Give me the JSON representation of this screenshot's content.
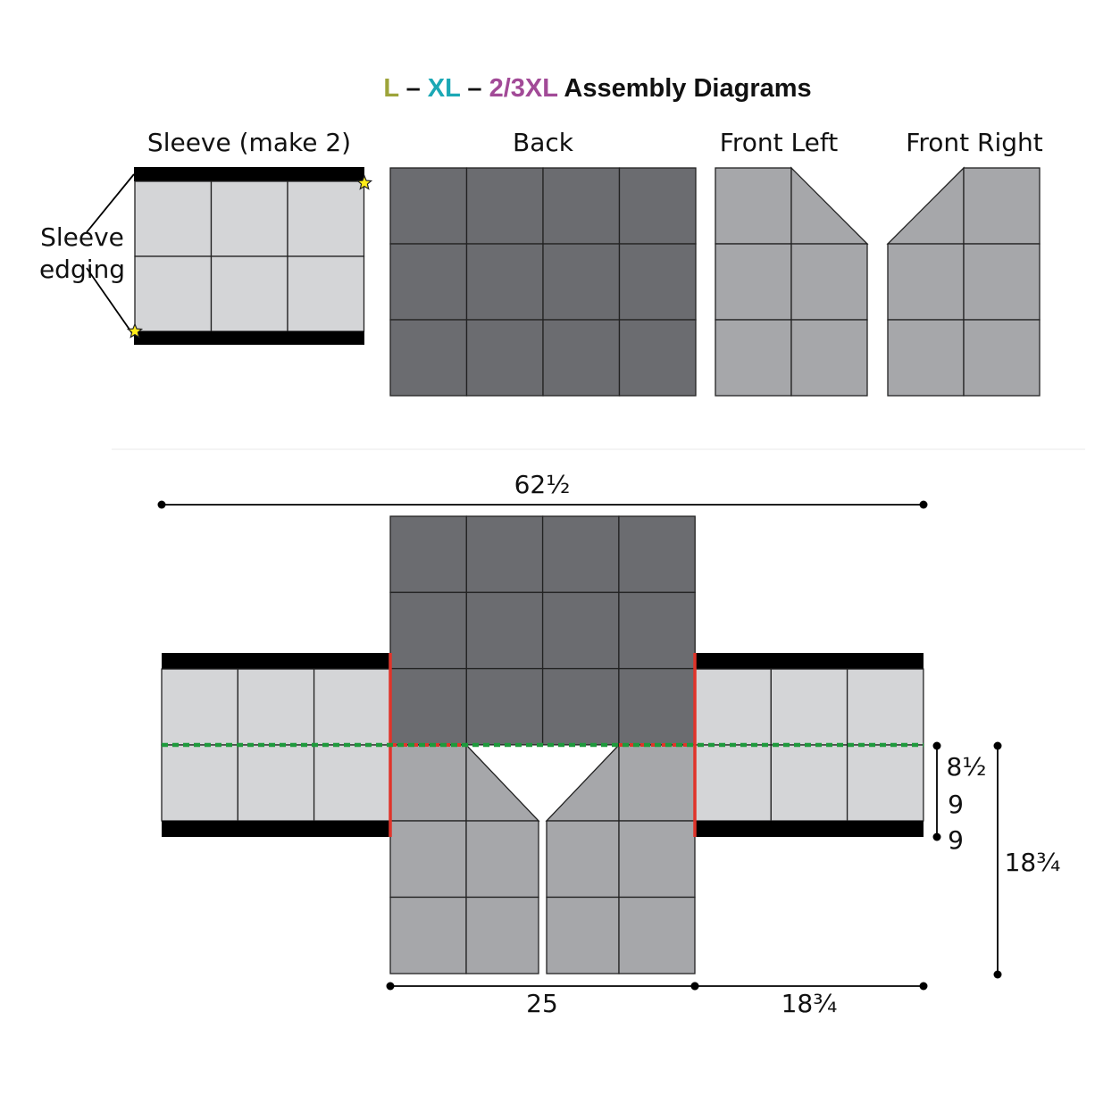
{
  "title": {
    "size_l": "L",
    "sep1": " – ",
    "size_xl": "XL",
    "sep2": " – ",
    "size_23xl": "2/3XL",
    "rest": " Assembly Diagrams"
  },
  "panels": {
    "sleeve": "Sleeve (make 2)",
    "back": "Back",
    "front_left": "Front Left",
    "front_right": "Front Right"
  },
  "sleeve_edging": [
    "Sleeve",
    "edging"
  ],
  "dimensions": {
    "total_width": "62½",
    "body_width": "25",
    "sleeve_length": "18¾",
    "overall_height": "18¾",
    "armhole": {
      "l": "8½",
      "xl": "9",
      "xxl": "9"
    }
  },
  "colors": {
    "size_l": "#9da43a",
    "size_xl": "#1ba8b5",
    "size_23xl": "#a24a97",
    "sleeve_square": "#d4d5d7",
    "back_square": "#6b6c70",
    "front_square": "#a6a7aa",
    "edging": "#000000",
    "seam_red": "#e0342a",
    "fold_green": "#1e9a3c",
    "star": "#ffec1a"
  }
}
